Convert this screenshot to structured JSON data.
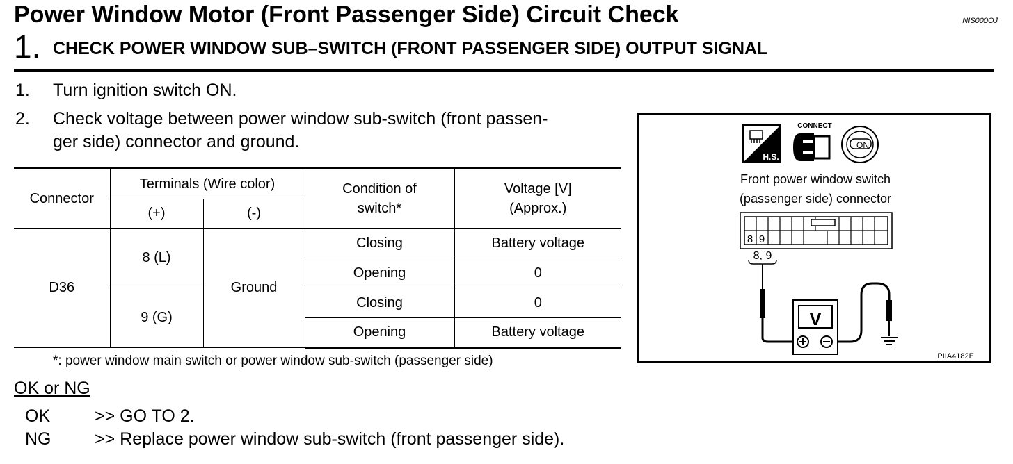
{
  "header": {
    "title": "Power Window Motor (Front Passenger Side) Circuit Check",
    "doc_id": "NIS000OJ",
    "step_number": "1.",
    "step_title": "CHECK POWER WINDOW SUB–SWITCH (FRONT PASSENGER SIDE) OUTPUT SIGNAL"
  },
  "instructions": [
    {
      "num": "1.",
      "text": "Turn ignition switch ON."
    },
    {
      "num": "2.",
      "text_line1": "Check voltage between power window sub-switch (front passen-",
      "text_line2": "ger side) connector and ground."
    }
  ],
  "table": {
    "headers": {
      "connector": "Connector",
      "terminals": "Terminals (Wire color)",
      "plus": "(+)",
      "minus": "(-)",
      "condition_line1": "Condition of",
      "condition_line2": "switch*",
      "voltage_line1": "Voltage [V]",
      "voltage_line2": "(Approx.)"
    },
    "connector": "D36",
    "ground": "Ground",
    "terminals": [
      "8 (L)",
      "9 (G)"
    ],
    "rows": [
      {
        "condition": "Closing",
        "voltage": "Battery voltage"
      },
      {
        "condition": "Opening",
        "voltage": "0"
      },
      {
        "condition": "Closing",
        "voltage": "0"
      },
      {
        "condition": "Opening",
        "voltage": "Battery voltage"
      }
    ]
  },
  "footnote": "*: power window main switch or power window sub-switch (passenger side)",
  "results": {
    "heading": "OK or NG",
    "items": [
      {
        "status": "OK",
        "action": ">> GO TO 2."
      },
      {
        "status": "NG",
        "action": ">> Replace power window sub-switch (front passenger side)."
      }
    ]
  },
  "diagram": {
    "connect_label": "CONNECT",
    "hs_label": "H.S.",
    "on_label": "ON",
    "connector_label_line1": "Front power window switch",
    "connector_label_line2": "(passenger side) connector",
    "pin_8": "8",
    "pin_9": "9",
    "pins_label": "8, 9",
    "meter_label": "V",
    "figure_id": "PIIA4182E"
  }
}
